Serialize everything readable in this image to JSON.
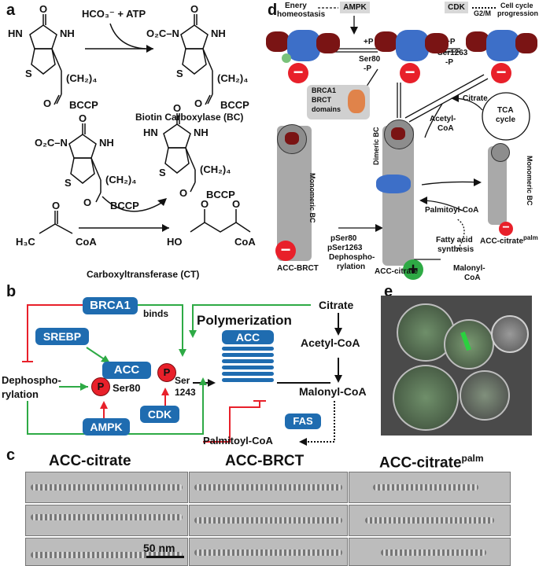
{
  "panel_a": {
    "label": "a",
    "bc_reagents": "HCO₃⁻ + ATP",
    "bc_title": "Biotin Carboxylase (BC)",
    "ct_title": "Carboxyltransferase (CT)",
    "nh": "NH",
    "hn": "HN",
    "o": "O",
    "s": "S",
    "o2c": "O₂C",
    "n": "N",
    "ch2": "(CH₂)₄",
    "bccp": "BCCP",
    "h3c": "H₃C",
    "coa": "CoA",
    "ho": "HO"
  },
  "panel_b": {
    "label": "b",
    "brca1": "BRCA1",
    "binds": "binds",
    "srebp": "SREBP",
    "acc": "ACC",
    "p": "P",
    "ser80": "Ser80",
    "ser1243_a": "Ser",
    "ser1243_b": "1243",
    "ampk": "AMPK",
    "cdk": "CDK",
    "dephospho_a": "Dephospho-",
    "dephospho_b": "rylation",
    "polymerization": "Polymerization",
    "acc_stack": "ACC",
    "citrate": "Citrate",
    "acetylcoa": "Acetyl-CoA",
    "malonylcoa": "Malonyl-CoA",
    "fas": "FAS",
    "palmitoylcoa": "Palmitoyl-CoA"
  },
  "panel_c": {
    "label": "c",
    "col1": "ACC-citrate",
    "col2": "ACC-BRCT",
    "col3": "ACC-citrate",
    "col3_sup": "palm",
    "scale": "50 nm"
  },
  "panel_d": {
    "label": "d",
    "energy_a": "Enery",
    "energy_b": "homeostasis",
    "ampk": "AMPK",
    "cdk": "CDK",
    "g2m": "G2/M",
    "cellcycle_a": "Cell cycle",
    "cellcycle_b": "progression",
    "plusP": "+P",
    "ser80": "Ser80",
    "minusP": "-P",
    "plusP2": "+P",
    "ser1263": "Ser1263",
    "minusP2": "-P",
    "minus": "−",
    "plus": "+",
    "brca1_a": "BRCA1",
    "brca1_b": "BRCT",
    "brca1_c": "domains",
    "citrate": "Citrate",
    "acetyl_a": "Acetyl-",
    "acetyl_b": "CoA",
    "tca_a": "TCA",
    "tca_b": "cycle",
    "monomeric": "Monomeric BC",
    "dimeric": "Dimeric BC",
    "monomeric2": "Monomeric BC",
    "palmitoyl": "Palmitoyl-CoA",
    "fatty_a": "Fatty acid",
    "fatty_b": "synthesis",
    "pser80": "pSer80",
    "pser1263": "pSer1263",
    "dephospho_a": "Dephospho-",
    "dephospho_b": "rylation",
    "acc_brct": "ACC-BRCT",
    "acc_citrate": "ACC-citrate",
    "acc_citrate_palm": "ACC-citrate",
    "palm_sup": "palm",
    "malonyl_a": "Malonyl-",
    "malonyl_b": "CoA"
  },
  "panel_e": {
    "label": "e"
  },
  "colors": {
    "blue": "#1f6cb0",
    "red": "#e8202a",
    "green": "#2eaa45",
    "grey": "#a9a9a9"
  }
}
